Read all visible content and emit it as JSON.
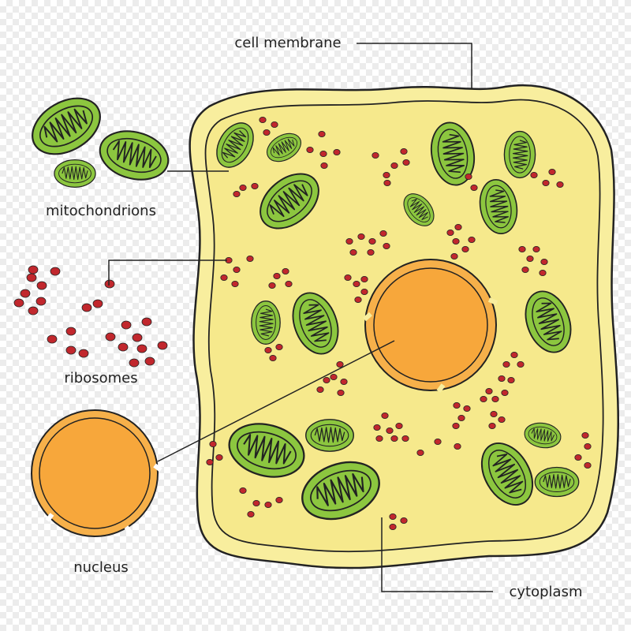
{
  "labels": {
    "cell_membrane": "cell membrane",
    "mitochondrions": "mitochondrions",
    "ribosomes": "ribosomes",
    "nucleus": "nucleus",
    "cytoplasm": "cytoplasm"
  },
  "colors": {
    "cytoplasm": "#f6e98c",
    "membrane_outer": "#f8ee9e",
    "mitochondrion": "#8cc63f",
    "nucleus": "#f7a73b",
    "nucleus_envelope": "#f6b04a",
    "ribosome": "#c1272d",
    "outline": "#222222"
  },
  "icons": {
    "mitochondrion": "mitochondrion-icon",
    "ribosome": "ribosome-dot-icon",
    "nucleus": "nucleus-icon"
  }
}
